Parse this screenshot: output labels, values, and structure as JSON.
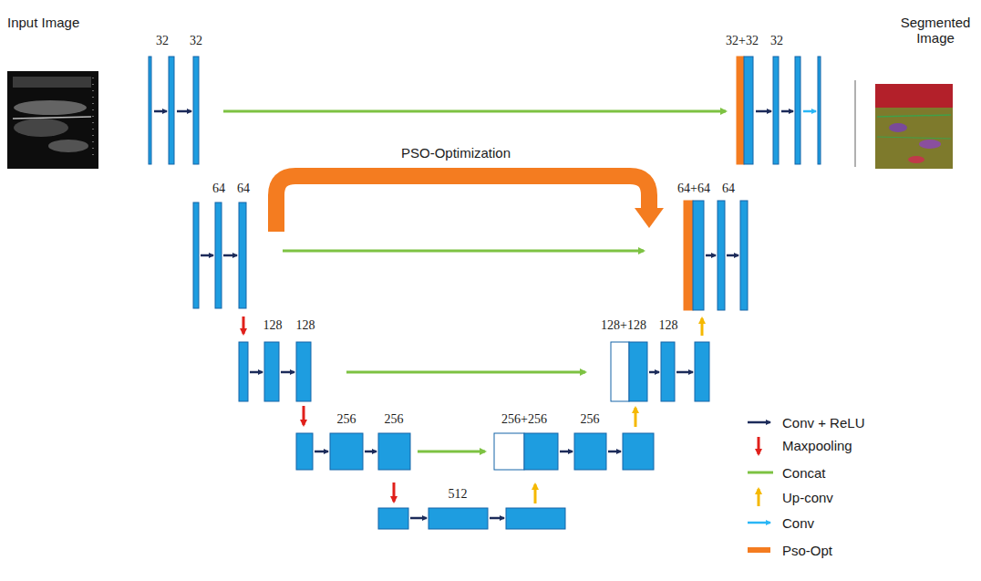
{
  "diagram": {
    "labels": [
      "Input Image",
      "32",
      "32",
      "32+32",
      "32",
      "Segmented Image",
      "PSO-Optimization",
      "64",
      "64",
      "64+64",
      "64",
      "128",
      "128",
      "128+128",
      "128",
      "256",
      "256",
      "256+256",
      "256",
      "512"
    ],
    "legend": [
      {
        "text": "Conv + ReLU"
      },
      {
        "text": "Maxpooling"
      },
      {
        "text": "Concat"
      },
      {
        "text": "Up-conv"
      },
      {
        "text": "Conv"
      },
      {
        "text": "Pso-Opt",
        "color": "#f47c20"
      }
    ]
  }
}
